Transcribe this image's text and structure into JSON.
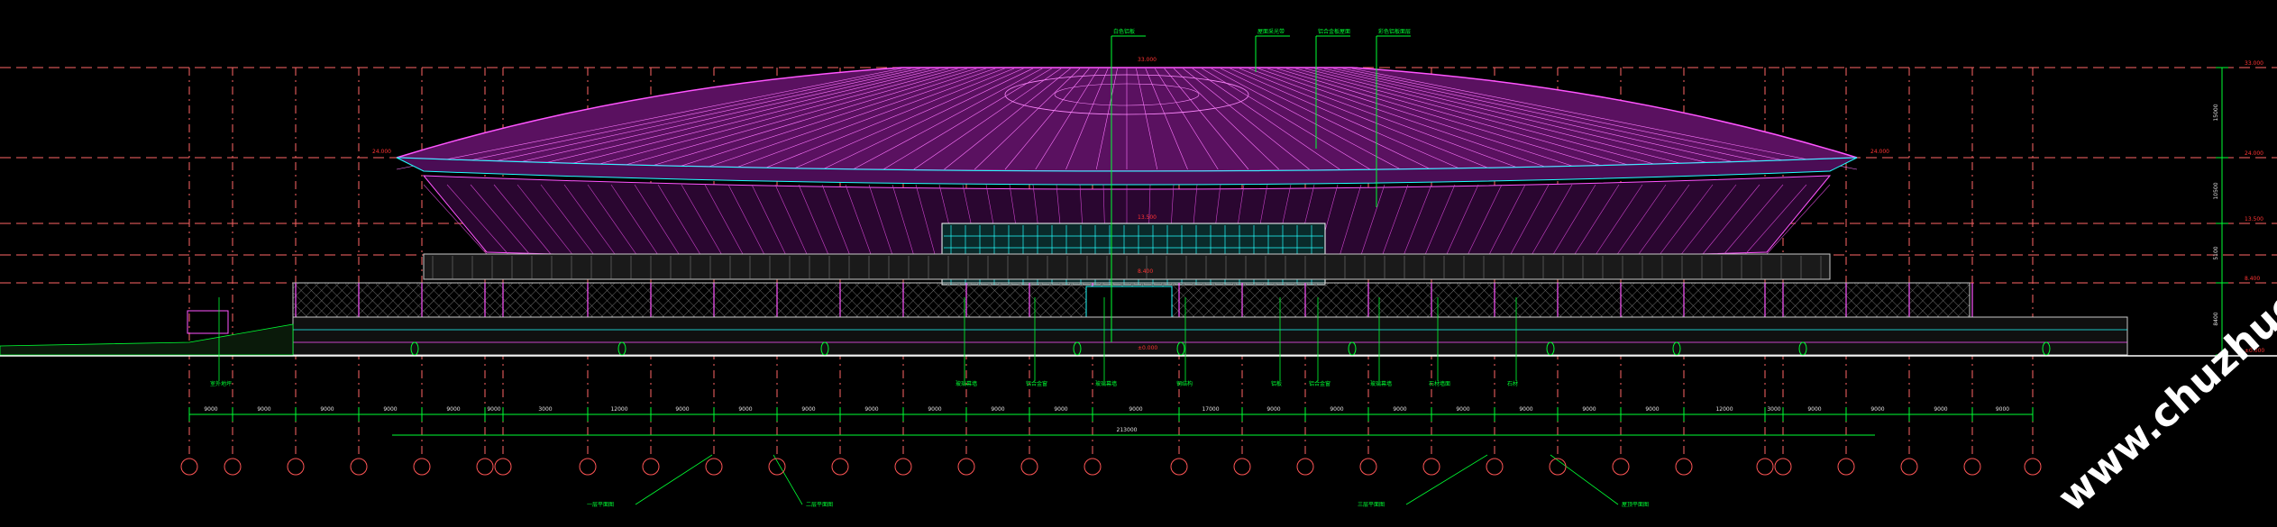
{
  "drawing": {
    "watermark": "www.chuzhuo.com",
    "colors": {
      "background": "#000000",
      "roof": "#ff55ff",
      "roof_fill": "#5a1160",
      "edge": "#22ffff",
      "grid": "#ff6666",
      "dimension": "#00ff33",
      "ground": "#ffffff",
      "facade": "#c9c9c9"
    },
    "grid_bubbles": [
      "",
      "",
      "",
      "",
      "",
      "",
      "",
      "",
      "",
      "",
      "",
      "",
      "",
      "",
      "",
      "",
      "",
      "",
      "",
      "",
      "",
      "",
      "",
      "",
      "",
      "",
      "",
      "",
      "",
      "",
      ""
    ],
    "dimensions": {
      "segments": [
        "9000",
        "9000",
        "9000",
        "9000",
        "9000",
        "9000",
        "3000",
        "12000",
        "9000",
        "9000",
        "9000",
        "9000",
        "9000",
        "9000",
        "9000",
        "9000",
        "17000",
        "9000",
        "9000",
        "9000",
        "9000",
        "9000",
        "9000",
        "9000",
        "12000",
        "3000",
        "9000",
        "9000",
        "9000",
        "9000"
      ],
      "overall": "213000"
    },
    "elevations": {
      "roof_top": "33.000",
      "roof_edge_left": "24.000",
      "roof_edge_right": "24.000",
      "canopy": "13.500",
      "podium": "8.400",
      "entrance": "±0.000",
      "right_1": "33.000",
      "right_2": "24.000",
      "right_3": "13.500",
      "right_4": "8.400",
      "right_5": "±0.000"
    },
    "vertical_dims": [
      "15000",
      "10500",
      "5100",
      "8400"
    ],
    "top_callouts": [
      "白色铝板",
      "屋面采光带",
      "铝合金板屋面",
      "彩色铝板面层"
    ],
    "bottom_callouts": [
      "室外地坪",
      "玻璃幕墙",
      "铝合金窗",
      "玻璃幕墙",
      "钢结构",
      "铝板",
      "铝合金窗",
      "玻璃幕墙",
      "石材墙面",
      "石材"
    ],
    "leader_notes": [
      "一层平面图",
      "二层平面图",
      "三层平面图",
      "屋顶平面图"
    ]
  }
}
